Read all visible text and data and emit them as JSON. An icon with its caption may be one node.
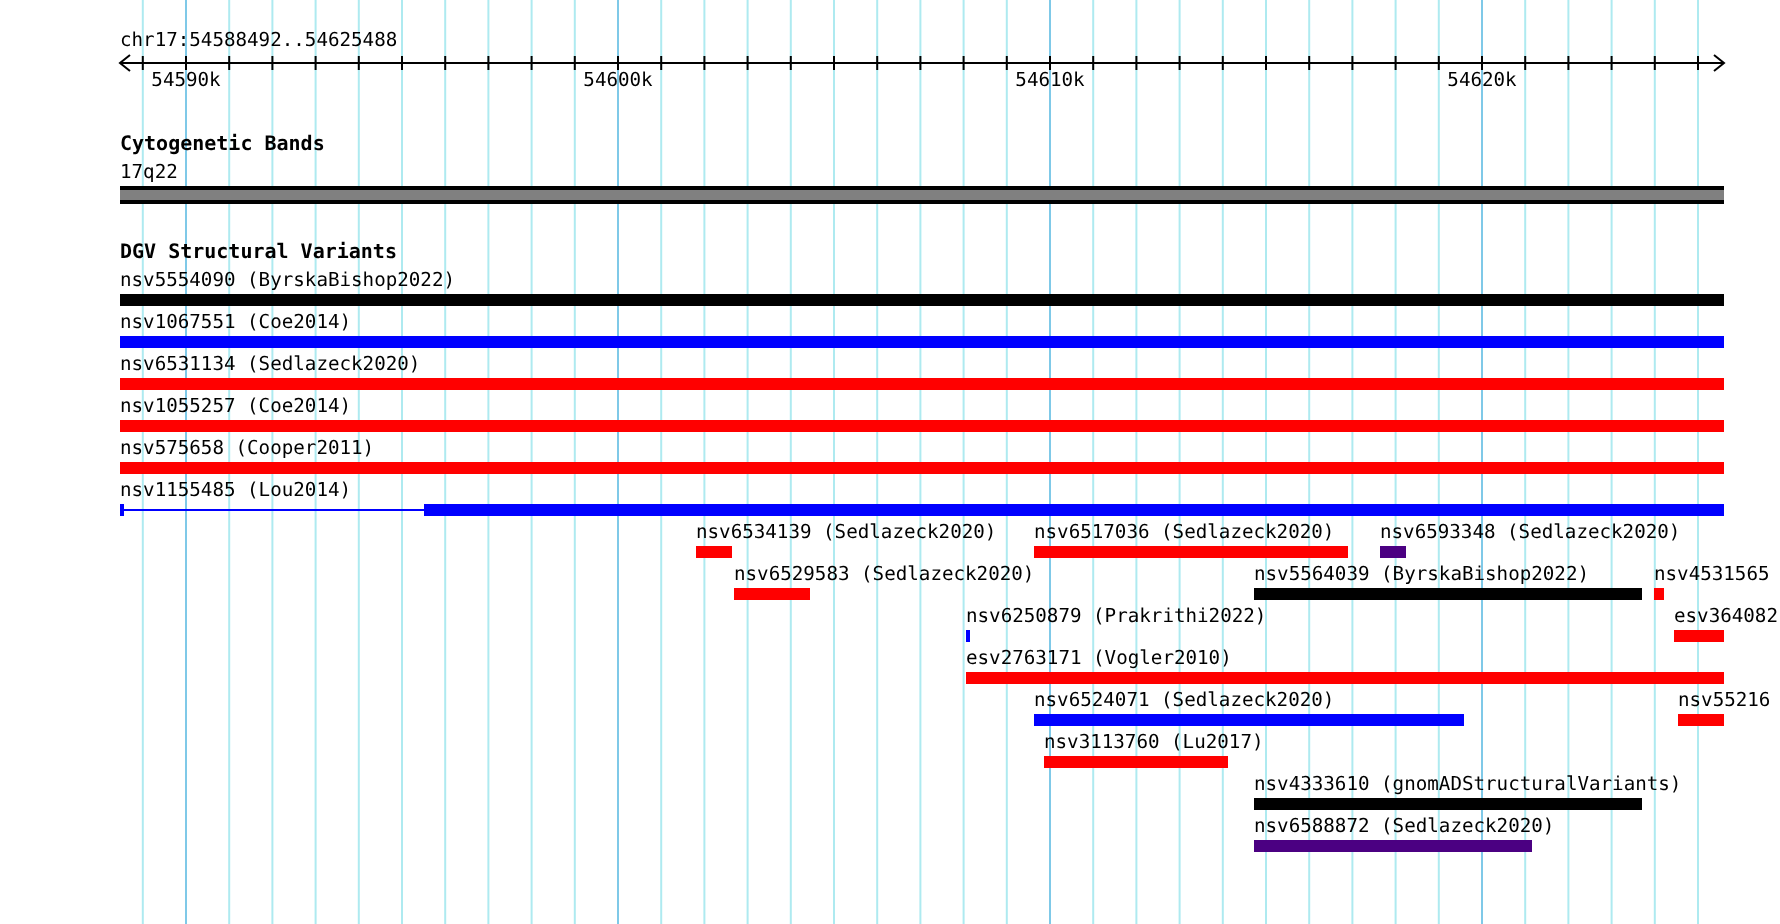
{
  "diagram": {
    "nodes": [
      {
        "text": [
          "17q22"
        ]
      },
      {
        "text": [
          "nsv5554090 (ByrskaBishop2022)"
        ]
      },
      {
        "text": [
          "nsv1067551 (Coe2014)"
        ]
      },
      {
        "text": [
          "nsv6531134 (Sedlazeck2020)"
        ]
      },
      {
        "text": [
          "nsv1055257 (Coe2014)"
        ]
      },
      {
        "text": [
          "nsv575658 (Cooper2011)"
        ]
      },
      {
        "text": [
          "nsv1155485 (Lou2014)"
        ]
      },
      {
        "text": [
          "nsv6534139 (Sedlazeck2020)"
        ]
      },
      {
        "text": [
          "nsv6517036 (Sedlazeck2020)"
        ]
      },
      {
        "text": [
          "nsv6593348 (Sedlazeck2020)"
        ]
      },
      {
        "text": [
          "nsv6529583 (Sedlazeck2020)"
        ]
      },
      {
        "text": [
          "nsv5564039 (ByrskaBishop2022)"
        ]
      },
      {
        "text": [
          "nsv4531565"
        ]
      },
      {
        "text": [
          "nsv6250879 (Prakrithi2022)"
        ]
      },
      {
        "text": [
          "esv364082"
        ]
      },
      {
        "text": [
          "esv2763171 (Vogler2010)"
        ]
      },
      {
        "text": [
          "nsv6524071 (Sedlazeck2020)"
        ]
      },
      {
        "text": [
          "nsv55216"
        ]
      },
      {
        "text": [
          "nsv3113760 (Lu2017)"
        ]
      },
      {
        "text": [
          "nsv4333610 (gnomADStructuralVariants)"
        ]
      },
      {
        "text": [
          "nsv6588872 (Sedlazeck2020)"
        ]
      }
    ],
    "labels": [
      "chr17:54588492..54625488",
      "54590k",
      "54600k",
      "54610k",
      "54620k",
      "Cytogenetic Bands",
      "DGV Structural Variants"
    ]
  }
}
